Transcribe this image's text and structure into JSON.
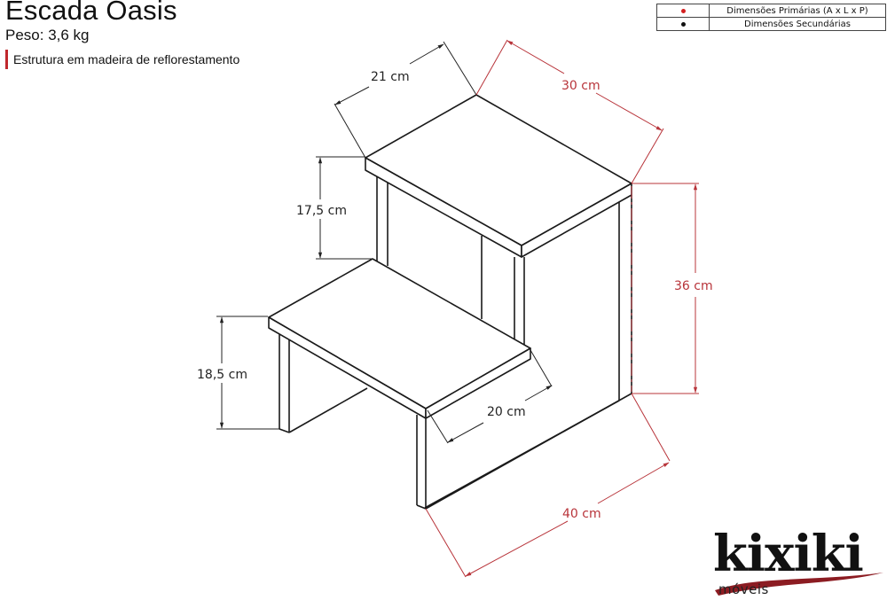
{
  "header": {
    "title": "Escada Oasis",
    "weight": "Peso: 3,6 kg",
    "material": "Estrutura em madeira de reflorestamento"
  },
  "legend": {
    "rows": [
      {
        "dot_color": "#d42020",
        "label": "Dimensões Primárias (A x L x P)"
      },
      {
        "dot_color": "#111111",
        "label": "Dimensões Secundárias"
      }
    ]
  },
  "colors": {
    "primary_dimension": "#b8343a",
    "secondary_dimension": "#222222",
    "accent_bar": "#c0282d",
    "outline": "#1a1a1a"
  },
  "dimensions": {
    "top_depth": "21 cm",
    "top_width": "30 cm",
    "upper_step_rise": "17,5 cm",
    "total_height": "36 cm",
    "lower_step_rise": "18,5 cm",
    "lower_step_depth": "20 cm",
    "total_depth": "40 cm"
  },
  "logo": {
    "brand": "kixiki",
    "subtitle": "móveis"
  }
}
